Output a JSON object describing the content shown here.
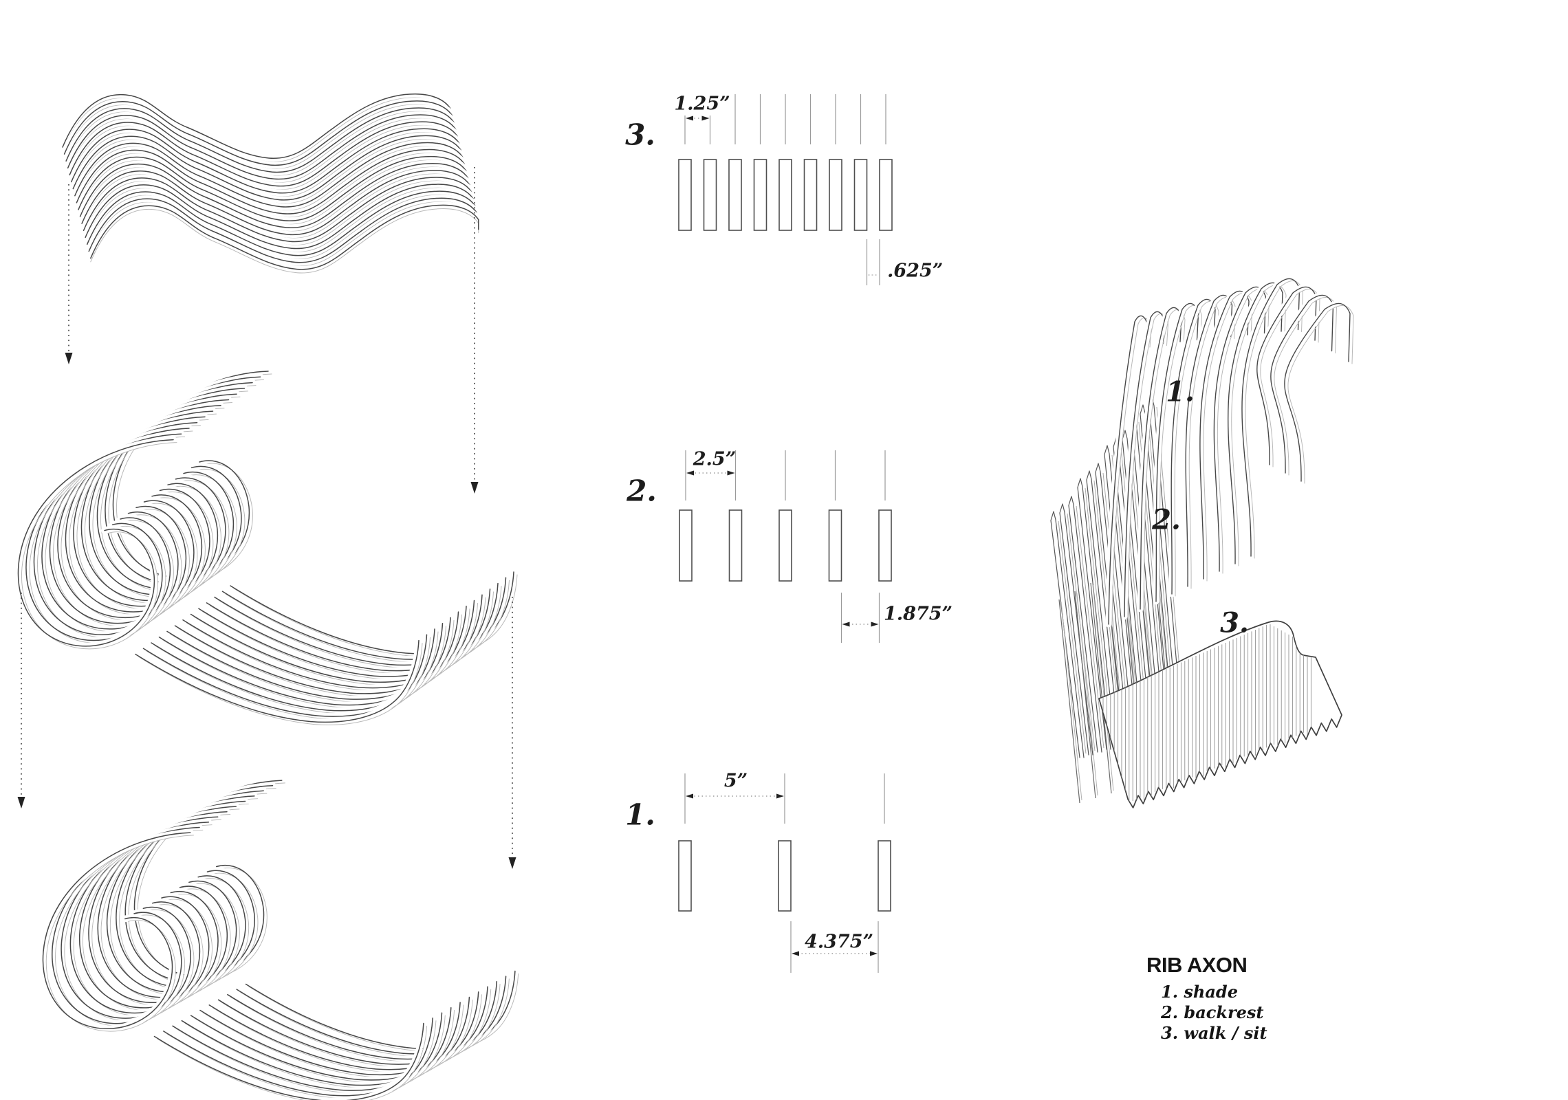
{
  "colors": {
    "ink": "#1d1d1d",
    "outline": "#474747",
    "light_line": "#b9b9b9",
    "comb_line": "#8f8f8f",
    "tick_line": "#9a9a9a",
    "dim_line": "#8a8a8a",
    "arrow": "#3c3c3c",
    "background": "#ffffff"
  },
  "spacing_diagrams": [
    {
      "step_label": "3.",
      "bar_count": 9,
      "pitch_dim": "1.25”",
      "gap_dim": ".625”"
    },
    {
      "step_label": "2.",
      "bar_count": 5,
      "pitch_dim": "2.5”",
      "gap_dim": "1.875”"
    },
    {
      "step_label": "1.",
      "bar_count": 3,
      "pitch_dim": "5”",
      "gap_dim": "4.375”"
    }
  ],
  "axon": {
    "callouts": [
      "1.",
      "2.",
      "3."
    ]
  },
  "legend": {
    "title": "RIB AXON",
    "entries": [
      "1. shade",
      "2. backrest",
      "3. walk / sit"
    ]
  }
}
